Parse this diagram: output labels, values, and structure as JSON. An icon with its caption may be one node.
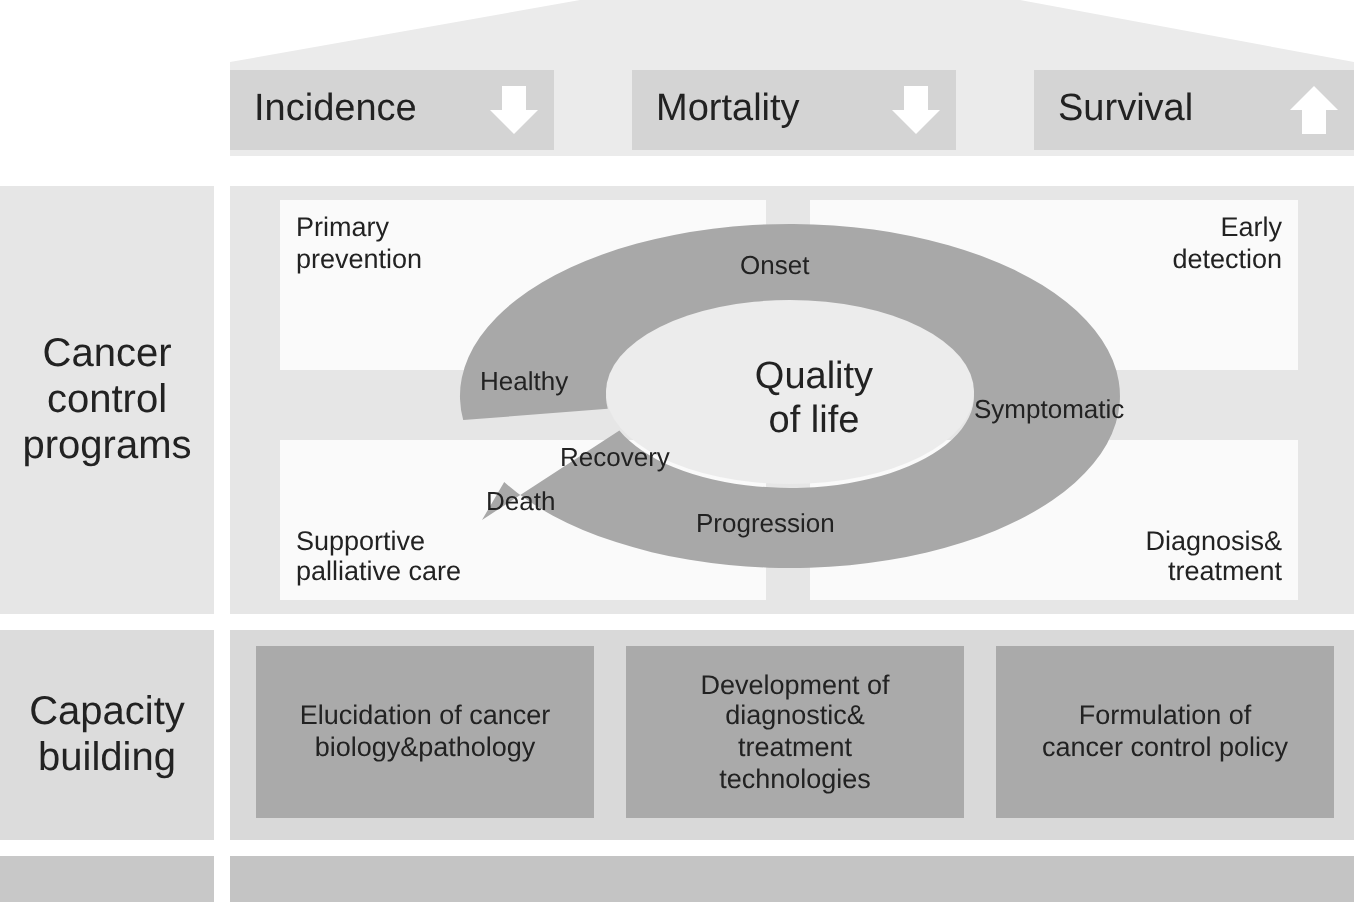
{
  "diagram": {
    "nodes": [
      {
        "text": [
          "Incidence"
        ]
      },
      {
        "text": [
          "Mortality"
        ]
      },
      {
        "text": [
          "Survival"
        ]
      },
      {
        "text": [
          "Cancer control programs"
        ]
      },
      {
        "text": [],
        "shape": "box"
      },
      {
        "text": [
          "Primary prevention"
        ],
        "in": 4
      },
      {
        "text": [
          "Early detection"
        ],
        "in": 4
      },
      {
        "text": [
          "Supportive palliative care"
        ],
        "in": 4
      },
      {
        "text": [
          "Diagnosis& treatment"
        ],
        "in": 4
      },
      {
        "text": [
          "Quality of life"
        ],
        "in": 4
      },
      {
        "text": [
          "Capacity building"
        ]
      },
      {
        "text": [],
        "shape": "box"
      },
      {
        "text": [
          "Elucidation of cancer biology&pathology"
        ],
        "in": 11
      },
      {
        "text": [
          "Development of diagnostic& treatment technologies"
        ],
        "in": 11
      },
      {
        "text": [
          "Formulation of cancer control policy"
        ],
        "in": 11
      },
      {
        "text": [],
        "shape": "box"
      },
      {
        "text": [],
        "shape": "box"
      }
    ],
    "labels": [
      "Onset",
      "Healthy",
      "Symptomatic",
      "Recovery",
      "Death",
      "Progression"
    ]
  }
}
